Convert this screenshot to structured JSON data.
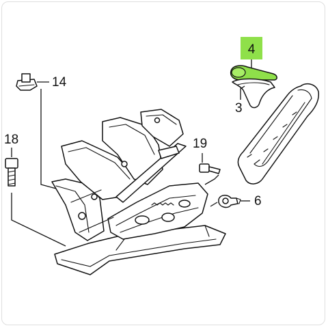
{
  "callouts": [
    {
      "number": "4",
      "highlighted": true
    },
    {
      "number": "14",
      "highlighted": false
    },
    {
      "number": "3",
      "highlighted": false
    },
    {
      "number": "19",
      "highlighted": false
    },
    {
      "number": "18",
      "highlighted": false
    },
    {
      "number": "6",
      "highlighted": false
    }
  ],
  "colors": {
    "highlight": "#8fe04a",
    "line": "#111111",
    "background": "#ffffff"
  }
}
